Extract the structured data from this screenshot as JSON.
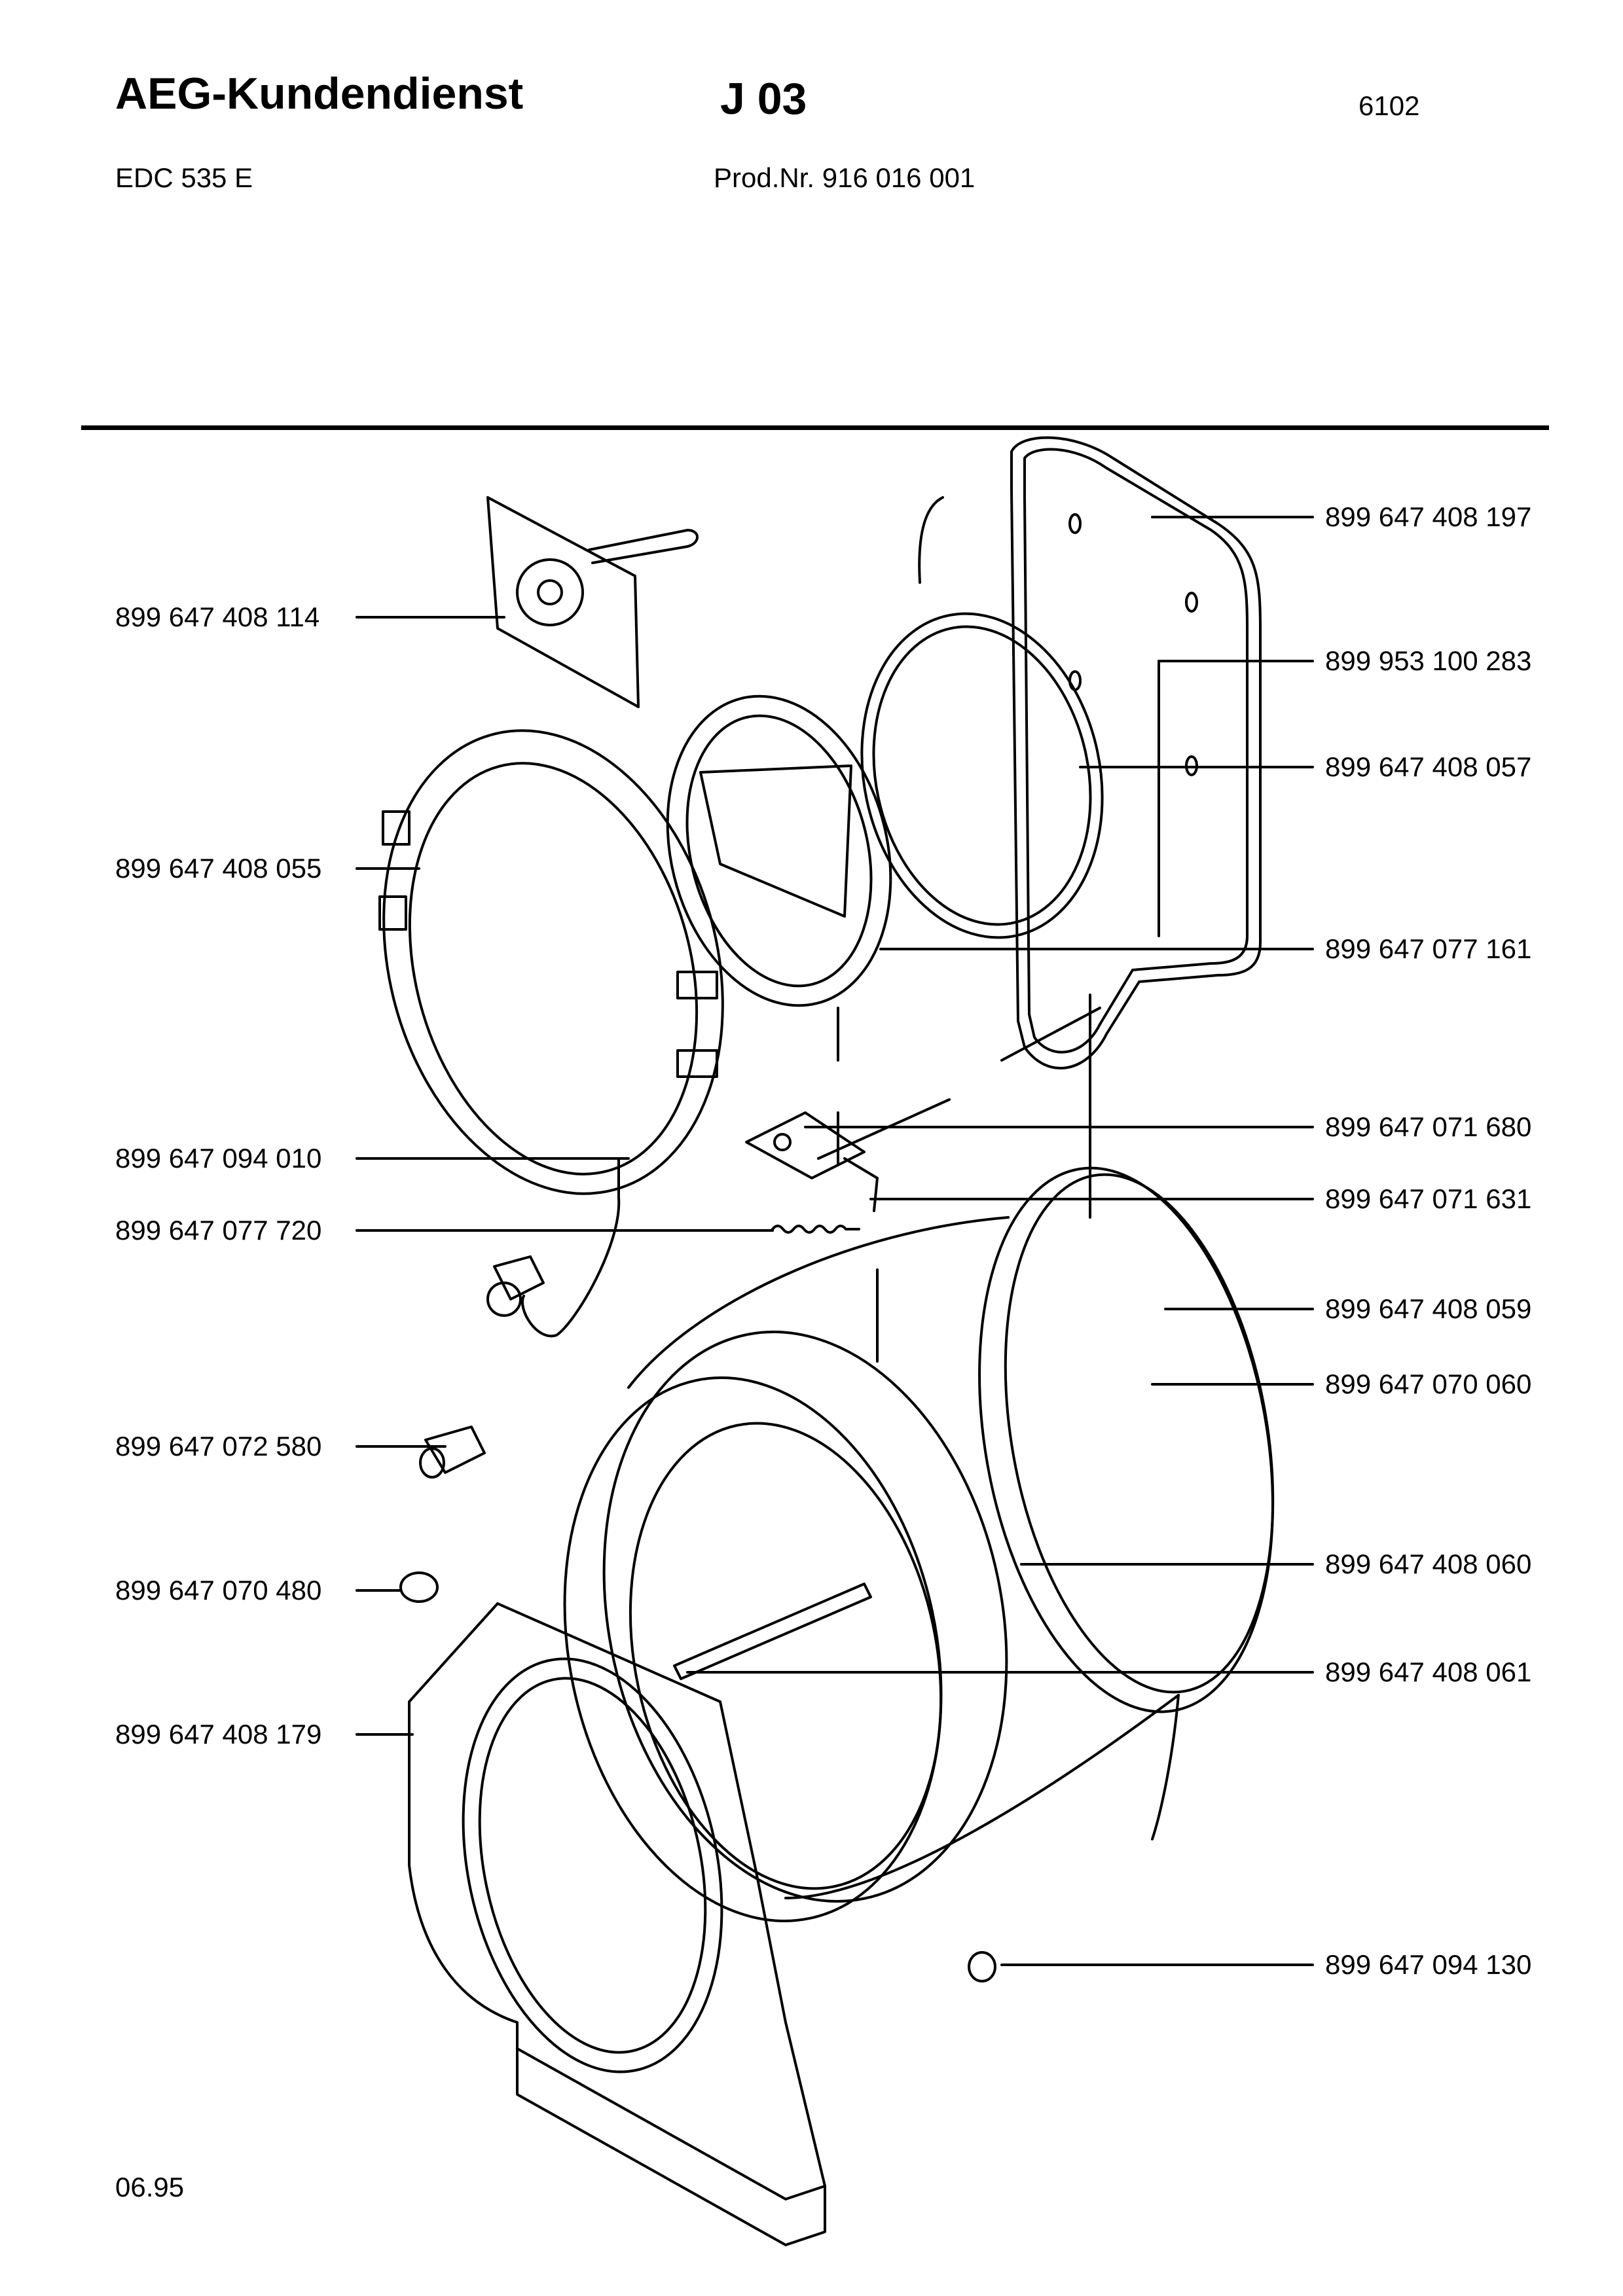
{
  "header": {
    "brand": "AEG-Kundendienst",
    "section_code": "J 03",
    "page_number": "6102",
    "model": "EDC 535 E",
    "product_number": "Prod.Nr. 916 016 001"
  },
  "footer": {
    "date": "06.95"
  },
  "parts_left": [
    "899 647 408 114",
    "899 647 408 055",
    "899 647 094 010",
    "899 647 077 720",
    "899 647 072 580",
    "899 647 070 480",
    "899 647 408 179"
  ],
  "parts_right": [
    "899 647 408 197",
    "899 953 100 283",
    "899 647 408 057",
    "899 647 077 161",
    "899 647 071 680",
    "899 647 071 631",
    "899 647 408 059",
    "899 647 070 060",
    "899 647 408 060",
    "899 647 408 061",
    "899 647 094 130"
  ]
}
